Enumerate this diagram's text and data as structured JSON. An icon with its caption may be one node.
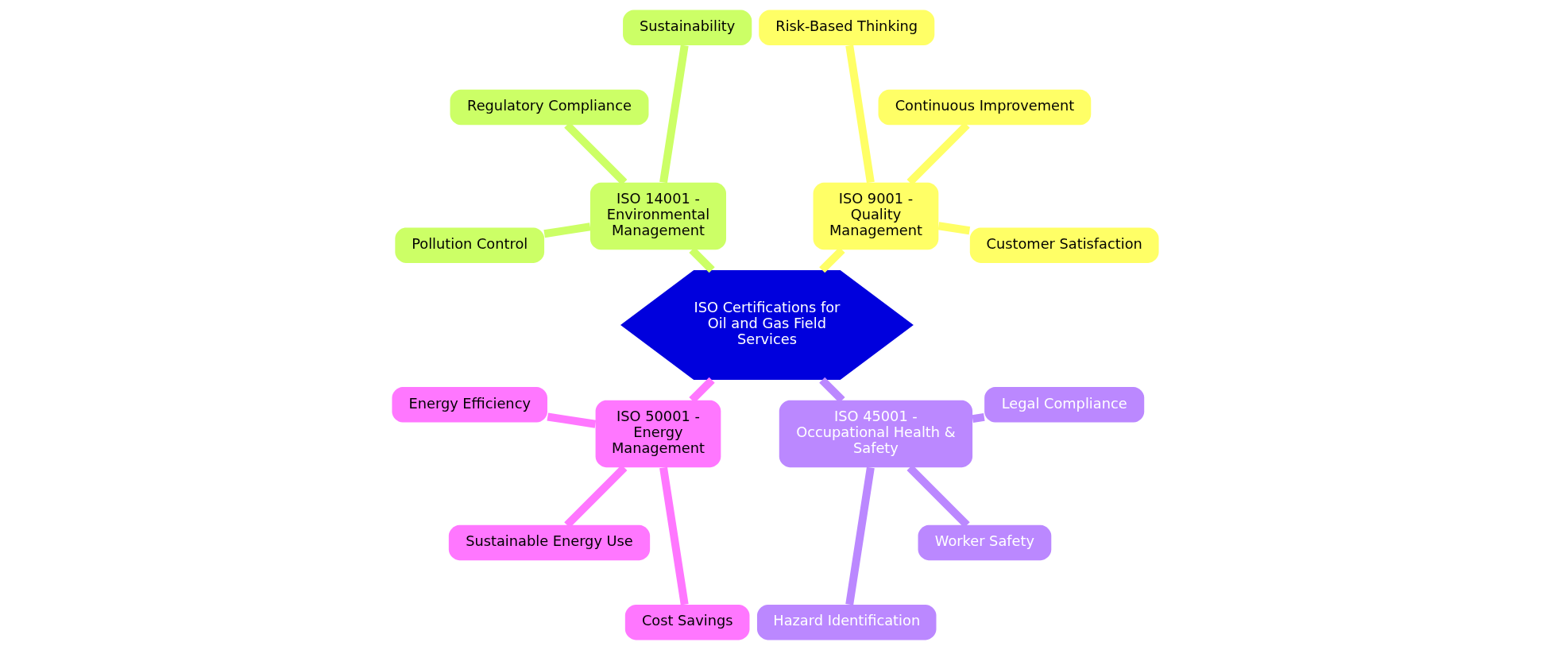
{
  "diagram": {
    "nodes": [
      {
        "text": [
          "ISO Certifications for Oil and Gas Field Services"
        ]
      },
      {
        "text": [
          "ISO 9001 - Quality Management"
        ]
      },
      {
        "text": [
          "Customer Satisfaction"
        ]
      },
      {
        "text": [
          "Continuous Improvement"
        ]
      },
      {
        "text": [
          "Risk-Based Thinking"
        ]
      },
      {
        "text": [
          "ISO 14001 - Environmental Management"
        ]
      },
      {
        "text": [
          "Sustainability"
        ]
      },
      {
        "text": [
          "Regulatory Compliance"
        ]
      },
      {
        "text": [
          "Pollution Control"
        ]
      },
      {
        "text": [
          "ISO 50001 - Energy Management"
        ]
      },
      {
        "text": [
          "Energy Efficiency"
        ]
      },
      {
        "text": [
          "Sustainable Energy Use"
        ]
      },
      {
        "text": [
          "Cost Savings"
        ]
      },
      {
        "text": [
          "ISO 45001 - Occupational Health & Safety"
        ]
      },
      {
        "text": [
          "Hazard Identification"
        ]
      },
      {
        "text": [
          "Worker Safety"
        ]
      },
      {
        "text": [
          "Legal Compliance"
        ]
      }
    ],
    "edges": [
      {
        "from": 0,
        "to": 1,
        "arrow": "none",
        "color": "#ffff66"
      },
      {
        "from": 1,
        "to": 2,
        "arrow": "none",
        "color": "#ffff66"
      },
      {
        "from": 1,
        "to": 3,
        "arrow": "none",
        "color": "#ffff66"
      },
      {
        "from": 1,
        "to": 4,
        "arrow": "none",
        "color": "#ffff66"
      },
      {
        "from": 0,
        "to": 5,
        "arrow": "none",
        "color": "#ccff66"
      },
      {
        "from": 5,
        "to": 6,
        "arrow": "none",
        "color": "#ccff66"
      },
      {
        "from": 5,
        "to": 7,
        "arrow": "none",
        "color": "#ccff66"
      },
      {
        "from": 5,
        "to": 8,
        "arrow": "none",
        "color": "#ccff66"
      },
      {
        "from": 0,
        "to": 9,
        "arrow": "none",
        "color": "#ff77ff"
      },
      {
        "from": 9,
        "to": 10,
        "arrow": "none",
        "color": "#ff77ff"
      },
      {
        "from": 9,
        "to": 11,
        "arrow": "none",
        "color": "#ff77ff"
      },
      {
        "from": 9,
        "to": 12,
        "arrow": "none",
        "color": "#ff77ff"
      },
      {
        "from": 0,
        "to": 13,
        "arrow": "none",
        "color": "#bb88ff"
      },
      {
        "from": 13,
        "to": 14,
        "arrow": "none",
        "color": "#bb88ff"
      },
      {
        "from": 13,
        "to": 15,
        "arrow": "none",
        "color": "#bb88ff"
      },
      {
        "from": 13,
        "to": 16,
        "arrow": "none",
        "color": "#bb88ff"
      }
    ]
  }
}
